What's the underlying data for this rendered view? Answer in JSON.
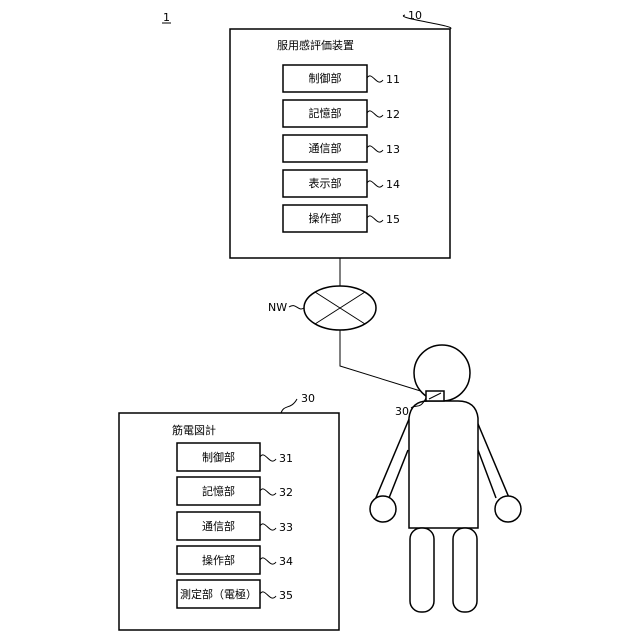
{
  "figure_ref": "1",
  "device": {
    "ref": "10",
    "title": "服用感評価装置",
    "units": [
      {
        "label": "制御部",
        "ref": "11"
      },
      {
        "label": "記憶部",
        "ref": "12"
      },
      {
        "label": "通信部",
        "ref": "13"
      },
      {
        "label": "表示部",
        "ref": "14"
      },
      {
        "label": "操作部",
        "ref": "15"
      }
    ]
  },
  "network": {
    "label": "NW"
  },
  "sensor_on_body": {
    "ref": "30"
  },
  "emg": {
    "ref": "30",
    "title": "筋電図計",
    "units": [
      {
        "label": "制御部",
        "ref": "31"
      },
      {
        "label": "記憶部",
        "ref": "32"
      },
      {
        "label": "通信部",
        "ref": "33"
      },
      {
        "label": "操作部",
        "ref": "34"
      },
      {
        "label": "測定部（電極）",
        "ref": "35"
      }
    ]
  }
}
